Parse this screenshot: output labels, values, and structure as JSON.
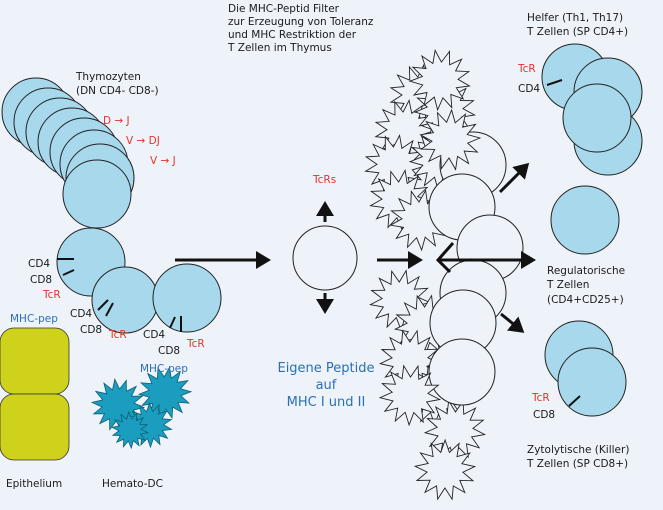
{
  "title": [
    "Die MHC-Peptid Filter",
    "zur Erzeugung von Toleranz",
    "und MHC Restriktion der",
    "T Zellen im Thymus"
  ],
  "thymocytes": {
    "label": [
      "Thymozyten",
      "(DN CD4- CD8-)"
    ],
    "rearrangements": [
      "D → J",
      "V → DJ",
      "V → J"
    ]
  },
  "markers": {
    "cd4": "CD4",
    "cd8": "CD8",
    "tcr": "TcR",
    "tcrs": "TcRs"
  },
  "mhc_pep": "MHC-pep",
  "epithelium": "Epithelium",
  "hemato_dc": "Hemato-DC",
  "self_peptides": [
    "Eigene Peptide",
    "auf",
    "MHC I und II"
  ],
  "helper": [
    "Helfer (Th1, Th17)",
    "T Zellen (SP CD4+)"
  ],
  "regulatory": [
    "Regulatorische",
    "T Zellen",
    "(CD4+CD25+)"
  ],
  "cytotoxic": [
    "Zytolytische (Killer)",
    "T Zellen (SP CD8+)"
  ],
  "colors": {
    "cell": "#a8d8ec",
    "epithelium": "#cfd21a",
    "dc": "#1a9dbf",
    "red": "#e8322c",
    "blue": "#2a6fb5"
  }
}
